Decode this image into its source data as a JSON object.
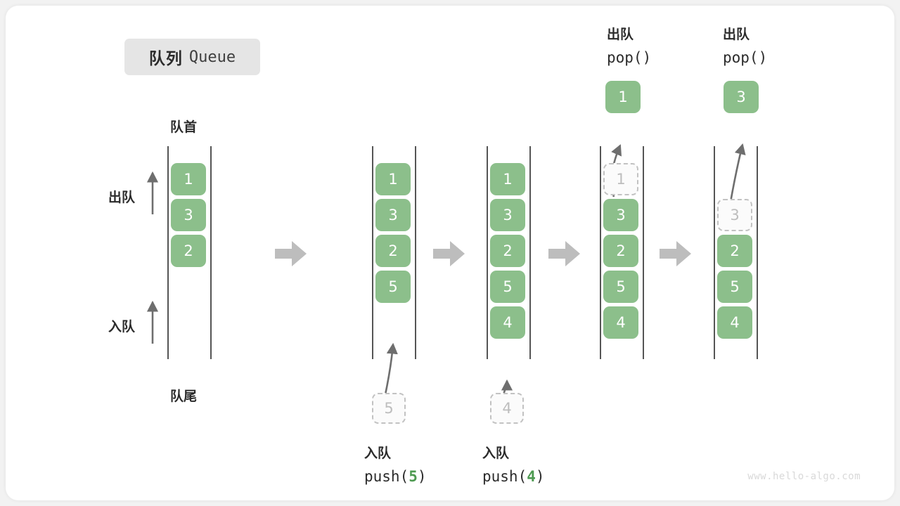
{
  "diagram": {
    "title_cn": "队列",
    "title_en": "Queue",
    "watermark": "www.hello-algo.com",
    "colors": {
      "cell_fill": "#8cbf8b",
      "cell_text": "#ffffff",
      "ghost_border": "#c2c2c2",
      "ghost_text": "#bdbdbd",
      "rail": "#555555",
      "arrow": "#6e6e6e",
      "step_arrow": "#bdbdbd",
      "badge_bg": "#e5e5e5",
      "accent_green": "#4e9a51"
    },
    "labels": {
      "front": "队首",
      "rear": "队尾",
      "dequeue": "出队",
      "enqueue": "入队"
    },
    "stages": [
      {
        "id": "initial",
        "cells": [
          "1",
          "3",
          "2"
        ],
        "ghost_index": null,
        "op_kind": "none",
        "op_cn": "",
        "op_code": "",
        "op_value": "",
        "ghost_value": "",
        "popped_value": ""
      },
      {
        "id": "push-5",
        "cells": [
          "1",
          "3",
          "2",
          "5"
        ],
        "ghost_index": null,
        "op_kind": "push",
        "op_cn": "入队",
        "op_code_prefix": "push(",
        "op_value": "5",
        "op_code_suffix": ")",
        "ghost_value": "5",
        "popped_value": ""
      },
      {
        "id": "push-4",
        "cells": [
          "1",
          "3",
          "2",
          "5",
          "4"
        ],
        "ghost_index": null,
        "op_kind": "push",
        "op_cn": "入队",
        "op_code_prefix": "push(",
        "op_value": "4",
        "op_code_suffix": ")",
        "ghost_value": "4",
        "popped_value": ""
      },
      {
        "id": "pop-1",
        "cells": [
          "1",
          "3",
          "2",
          "5",
          "4"
        ],
        "ghost_index": 0,
        "op_kind": "pop",
        "op_cn": "出队",
        "op_code_prefix": "pop(",
        "op_value": "",
        "op_code_suffix": ")",
        "ghost_value": "1",
        "popped_value": "1"
      },
      {
        "id": "pop-3",
        "cells": [
          "",
          "3",
          "2",
          "5",
          "4"
        ],
        "ghost_index": 1,
        "op_kind": "pop",
        "op_cn": "出队",
        "op_code_prefix": "pop(",
        "op_value": "",
        "op_code_suffix": ")",
        "ghost_value": "3",
        "popped_value": "3"
      }
    ]
  }
}
